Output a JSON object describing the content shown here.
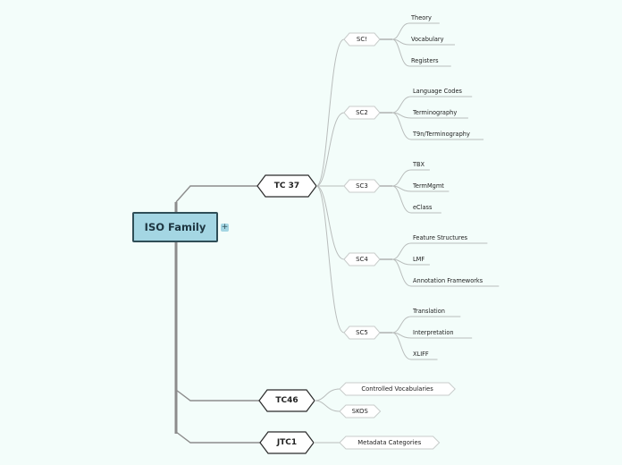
{
  "root": {
    "label": "ISO Family",
    "toggle": "+"
  },
  "colors": {
    "background": "#f3fdfa",
    "root_fill": "#a4d6e3",
    "root_border": "#2f4e57",
    "line": "#b9bdbc",
    "trunk": "#8c8c8c",
    "node_border": "#2a2a2a",
    "subtopic_border": "#c8cccb"
  },
  "main_topics": [
    {
      "label": "TC 37",
      "children": [
        {
          "label": "SC!",
          "children": [
            "Theory",
            "Vocabulary",
            "Registers"
          ]
        },
        {
          "label": "SC2",
          "children": [
            "Language Codes",
            "Terminography",
            "T9n/Terminography"
          ]
        },
        {
          "label": "SC3",
          "children": [
            "TBX",
            "TermMgmt",
            "eClass"
          ]
        },
        {
          "label": "SC4",
          "children": [
            "Feature Structures",
            "LMF",
            "Annotation Frameworks"
          ]
        },
        {
          "label": "SC5",
          "children": [
            "Translation",
            "Interpretation",
            "XLIFF"
          ]
        }
      ]
    },
    {
      "label": "TC46",
      "children": [
        {
          "label": "Controlled Vocabularies",
          "children": []
        },
        {
          "label": "SKOS",
          "children": []
        }
      ]
    },
    {
      "label": "JTC1",
      "children": [
        {
          "label": "Metadata Categories",
          "children": []
        }
      ]
    }
  ]
}
